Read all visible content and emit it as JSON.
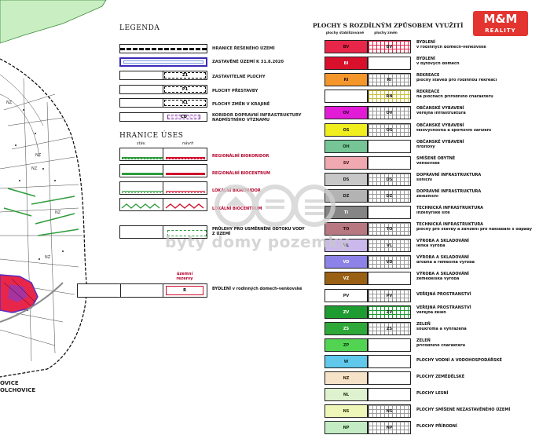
{
  "logo": {
    "brand": "M&M",
    "sub": "REALITY"
  },
  "watermark": {
    "text": "byty domy pozemky"
  },
  "map": {
    "town_labels": [
      "OVICE",
      "OLCHOVICE"
    ],
    "zone_marks": [
      "NZ",
      "NZ",
      "NZ",
      "NZ",
      "NZ"
    ]
  },
  "legend": {
    "title": "LEGENDA",
    "items": [
      {
        "label": "HRANICE ŘEŠENÉHO ÚZEMÍ"
      },
      {
        "label": "ZASTAVĚNÉ ÚZEMÍ K 31.8.2020"
      },
      {
        "label": "ZASTAVITELNÉ PLOCHY",
        "code": "Z1"
      },
      {
        "label": "PLOCHY PŘESTAVBY",
        "code": "P1"
      },
      {
        "label": "PLOCHY ZMĚN V KRAJINĚ",
        "code": "K1"
      },
      {
        "label": "KORIDOR DOPRAVNÍ INFRASTRUKTURY NADMÍSTNÍHO VÝZNAMU",
        "code": "CD"
      }
    ]
  },
  "uses": {
    "title": "HRANICE ÚSES",
    "col_existing": "stáv.",
    "col_proposed": "návrh",
    "items": [
      {
        "label": "REGIONÁLNÍ BIOKORIDOR"
      },
      {
        "label": "REGIONÁLNÍ BIOCENTRUM"
      },
      {
        "label": "LOKÁLNÍ BIOKORIDOR"
      },
      {
        "label": "LOKÁLNÍ BIOCENTRUM"
      },
      {
        "label": "PRŮLEHY PRO USMĚRNĚNÍ ODTOKU VODY Z ÚZEMÍ"
      }
    ],
    "reserve": {
      "header": "územní rezervy",
      "code": "R",
      "label": "BYDLENÍ v rodinných domech-venkovské"
    }
  },
  "landuse": {
    "title": "PLOCHY S ROZDÍLNÝM ZPŮSOBEM VYUŽITÍ",
    "col_existing": "plochy stabilizované",
    "col_change": "plochy změn",
    "rows": [
      {
        "code": "BV",
        "code2": "BV",
        "color": "#e8264a",
        "text": "#2b0000",
        "line1": "BYDLENÍ",
        "line2": "v rodinných domech-venkovské",
        "hatch": "grid-red"
      },
      {
        "code": "BI",
        "code2": "",
        "color": "#d8102c",
        "text": "#ffffff",
        "line1": "BYDLENÍ",
        "line2": "v bytových domech",
        "hatch": ""
      },
      {
        "code": "RI",
        "code2": "RI",
        "color": "#f4962a",
        "text": "#2b1200",
        "line1": "REKREACE",
        "line2": "plochy staveb pro rodinnou rekreaci",
        "hatch": "grid"
      },
      {
        "code": "",
        "code2": "RN",
        "color": "#ffffff",
        "text": "#222",
        "line1": "REKREACE",
        "line2": "na plochách přírodního charakteru",
        "hatch": "grid-yellow"
      },
      {
        "code": "OV",
        "code2": "OV",
        "color": "#e21cd6",
        "text": "#2a002a",
        "line1": "OBČANSKÉ VYBAVENÍ",
        "line2": "veřejná infrastruktura",
        "hatch": "grid"
      },
      {
        "code": "OS",
        "code2": "OS",
        "color": "#f0ee1e",
        "text": "#222",
        "line1": "OBČANSKÉ VYBAVENÍ",
        "line2": "tělovýchovná a sportovní zařízení",
        "hatch": "grid"
      },
      {
        "code": "OH",
        "code2": "",
        "color": "#76c596",
        "text": "#10301c",
        "line1": "OBČANSKÉ VYBAVENÍ",
        "line2": "hřbitovy",
        "hatch": ""
      },
      {
        "code": "SV",
        "code2": "",
        "color": "#f0a9b0",
        "text": "#3a1010",
        "line1": "SMÍŠENÉ OBYTNÉ",
        "line2": "venkovské",
        "hatch": ""
      },
      {
        "code": "DS",
        "code2": "DS",
        "color": "#c7c7c7",
        "text": "#222",
        "line1": "DOPRAVNÍ INFRASTRUKTURA",
        "line2": "silniční",
        "hatch": "grid"
      },
      {
        "code": "DZ",
        "code2": "DZ",
        "color": "#b3b3b3",
        "text": "#222",
        "line1": "DOPRAVNÍ INFRASTRUKTURA",
        "line2": "železniční",
        "hatch": "grid"
      },
      {
        "code": "TI",
        "code2": "",
        "color": "#858585",
        "text": "#ffffff",
        "line1": "TECHNICKÁ INFRASTRUKTURA",
        "line2": "inženýrské sítě",
        "hatch": ""
      },
      {
        "code": "TO",
        "code2": "TO",
        "color": "#b87882",
        "text": "#2a0a10",
        "line1": "TECHNICKÁ INFRASTRUKTURA",
        "line2": "plochy pro stavby a zařízení pro nakládání s odpady",
        "hatch": "grid"
      },
      {
        "code": "VL",
        "code2": "VL",
        "color": "#cab9ea",
        "text": "#221a3a",
        "line1": "VÝROBA A SKLADOVÁNÍ",
        "line2": "lehká výroba",
        "hatch": "grid"
      },
      {
        "code": "VD",
        "code2": "VD",
        "color": "#8c82e8",
        "text": "#ffffff",
        "line1": "VÝROBA A SKLADOVÁNÍ",
        "line2": "drobná a řemeslná výroba",
        "hatch": "grid"
      },
      {
        "code": "VZ",
        "code2": "",
        "color": "#9a6014",
        "text": "#ffffff",
        "line1": "VÝROBA A SKLADOVÁNÍ",
        "line2": "zemědělská výroba",
        "hatch": ""
      },
      {
        "code": "PV",
        "code2": "PV",
        "color": "#ffffff",
        "text": "#222",
        "line1": "VEŘEJNÁ PROSTRANSTVÍ",
        "line2": "",
        "hatch": "grid"
      },
      {
        "code": "ZV",
        "code2": "ZV",
        "color": "#1e9c32",
        "text": "#ffffff",
        "line1": "VEŘEJNÁ PROSTRANSTVÍ",
        "line2": "veřejná zeleň",
        "hatch": "grid-green"
      },
      {
        "code": "ZS",
        "code2": "ZS",
        "color": "#2fa83a",
        "text": "#ffffff",
        "line1": "ZELEŇ",
        "line2": "soukromá a vyhrazená",
        "hatch": "grid"
      },
      {
        "code": "ZP",
        "code2": "",
        "color": "#52d452",
        "text": "#103010",
        "line1": "ZELEŇ",
        "line2": "přírodního charakteru",
        "hatch": ""
      },
      {
        "code": "W",
        "code2": "",
        "color": "#60c8ea",
        "text": "#0a2a3a",
        "line1": "PLOCHY VODNÍ A VODOHOSPODÁŘSKÉ",
        "line2": "",
        "hatch": ""
      },
      {
        "code": "NZ",
        "code2": "",
        "color": "#f6e2c6",
        "text": "#3a2a10",
        "line1": "PLOCHY ZEMĚDĚLSKÉ",
        "line2": "",
        "hatch": ""
      },
      {
        "code": "NL",
        "code2": "",
        "color": "#dff2d0",
        "text": "#1a3a10",
        "line1": "PLOCHY LESNÍ",
        "line2": "",
        "hatch": ""
      },
      {
        "code": "NS",
        "code2": "NS",
        "color": "#eef6b8",
        "text": "#2a3010",
        "line1": "PLOCHY SMÍŠENÉ NEZASTAVĚNÉHO ÚZEMÍ",
        "line2": "",
        "hatch": "grid"
      },
      {
        "code": "NP",
        "code2": "NP",
        "color": "#c4ecc4",
        "text": "#103010",
        "line1": "PLOCHY PŘÍRODNÍ",
        "line2": "",
        "hatch": "grid"
      }
    ]
  }
}
